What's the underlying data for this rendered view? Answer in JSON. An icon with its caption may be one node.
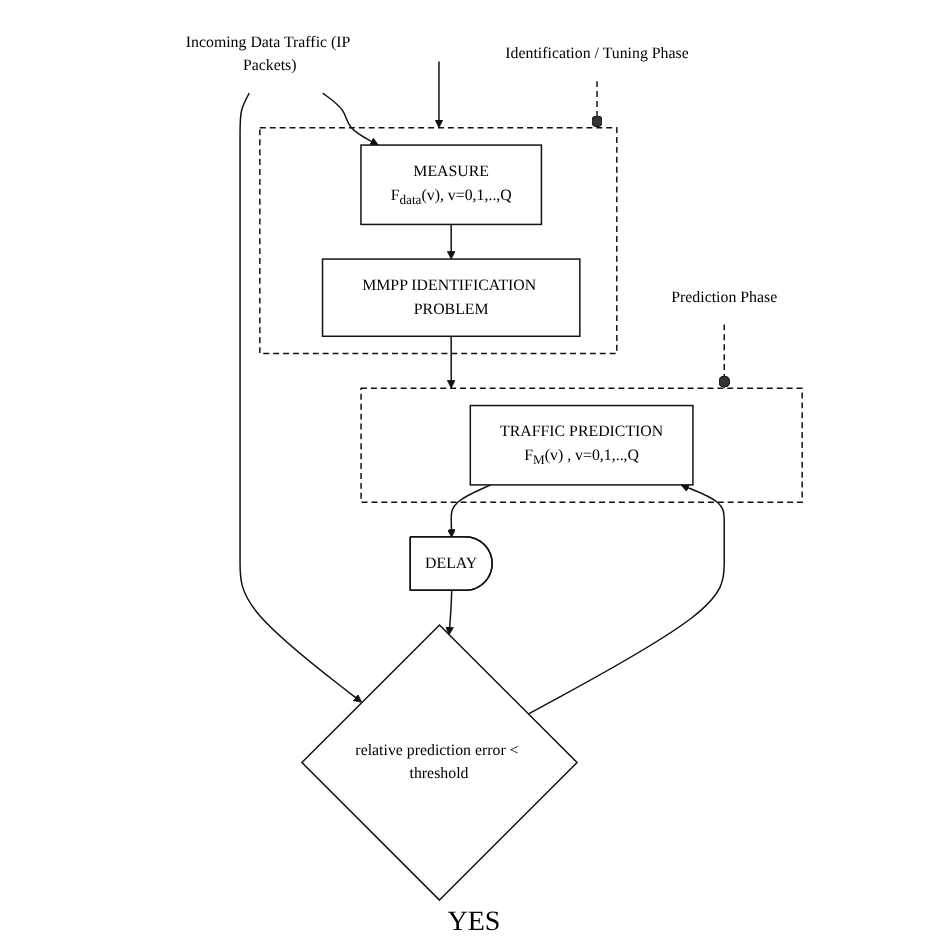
{
  "diagram": {
    "nodes": [
      {
        "text": [
          "Incoming Data Traffic (IP Packets)"
        ]
      },
      {
        "text": [],
        "shape": "box"
      },
      {
        "text": [
          "MEASURE",
          "F$_{data}$(v), v=0,1,..,Q"
        ],
        "in": 1
      },
      {
        "text": [
          "MMPP IDENTIFICATION PROBLEM"
        ],
        "in": 1
      },
      {
        "text": [
          "Identification / Tuning Phase"
        ]
      },
      {
        "text": [],
        "shape": "box"
      },
      {
        "text": [
          "TRAFFIC PREDICTION",
          "F$_{M}$(v) , v=0,1,..,Q"
        ],
        "in": 5
      },
      {
        "text": [
          "Prediction Phase"
        ]
      },
      {
        "text": [
          "DELAY"
        ]
      },
      {
        "text": [
          "relative prediction error < threshold"
        ]
      }
    ],
    "edges": [
      {
        "from": null,
        "to": 1,
        "arrow": "to"
      },
      {
        "from": 0,
        "to": 2,
        "arrow": "to"
      },
      {
        "from": 0,
        "to": 9,
        "arrow": "to"
      },
      {
        "from": 2,
        "to": 3,
        "arrow": "to"
      },
      {
        "from": 4,
        "to": 1,
        "arrow": "other",
        "style": "dashed"
      },
      {
        "from": 3,
        "to": 5,
        "arrow": "to"
      },
      {
        "from": 7,
        "to": 5,
        "arrow": "other",
        "style": "dashed"
      },
      {
        "from": 6,
        "to": 8,
        "arrow": "to"
      },
      {
        "from": 8,
        "to": 9,
        "arrow": "to"
      },
      {
        "from": 9,
        "to": 6,
        "arrow": "to"
      }
    ],
    "labels": [
      "YES"
    ]
  }
}
